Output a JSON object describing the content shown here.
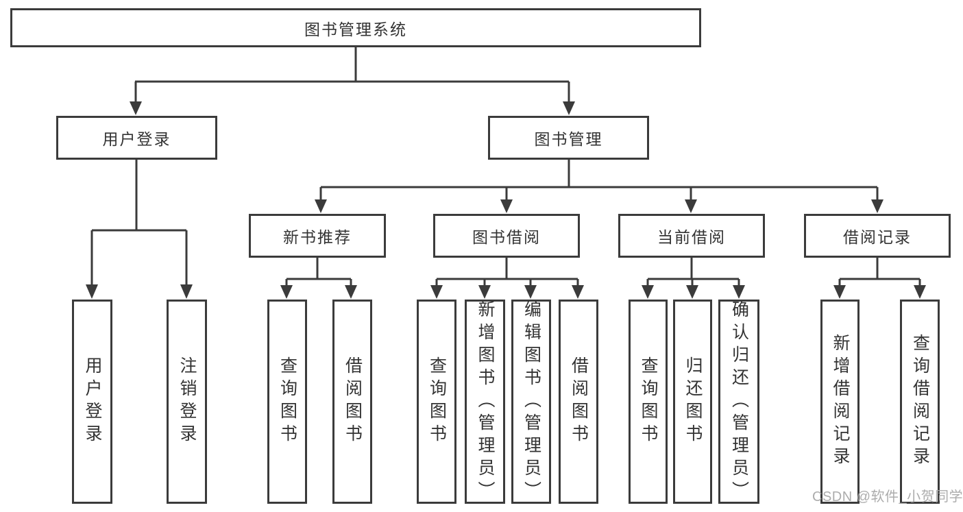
{
  "diagram": {
    "title": "图书管理系统",
    "nodes": {
      "root": "图书管理系统",
      "user_login": "用户登录",
      "book_management": "图书管理",
      "new_book_recommend": "新书推荐",
      "book_borrowing": "图书借阅",
      "current_borrowing": "当前借阅",
      "borrowing_records": "借阅记录",
      "leaf_user_login": "用户登录",
      "leaf_logout": "注销登录",
      "leaf_query_book_a": "查询图书",
      "leaf_borrow_book_a": "借阅图书",
      "leaf_query_book_b": "查询图书",
      "leaf_add_book": "新增图书（管理员）",
      "leaf_edit_book": "编辑图书（管理员）",
      "leaf_borrow_book_b": "借阅图书",
      "leaf_query_book_c": "查询图书",
      "leaf_return_book": "归还图书",
      "leaf_confirm_return": "确认归还（管理员）",
      "leaf_add_record": "新增借阅记录",
      "leaf_query_record": "查询借阅记录"
    },
    "edges": [
      [
        "图书管理系统",
        "用户登录"
      ],
      [
        "图书管理系统",
        "图书管理"
      ],
      [
        "用户登录",
        "用户登录"
      ],
      [
        "用户登录",
        "注销登录"
      ],
      [
        "图书管理",
        "新书推荐"
      ],
      [
        "图书管理",
        "图书借阅"
      ],
      [
        "图书管理",
        "当前借阅"
      ],
      [
        "图书管理",
        "借阅记录"
      ],
      [
        "新书推荐",
        "查询图书"
      ],
      [
        "新书推荐",
        "借阅图书"
      ],
      [
        "图书借阅",
        "查询图书"
      ],
      [
        "图书借阅",
        "新增图书（管理员）"
      ],
      [
        "图书借阅",
        "编辑图书（管理员）"
      ],
      [
        "图书借阅",
        "借阅图书"
      ],
      [
        "当前借阅",
        "查询图书"
      ],
      [
        "当前借阅",
        "归还图书"
      ],
      [
        "当前借阅",
        "确认归还（管理员）"
      ],
      [
        "借阅记录",
        "新增借阅记录"
      ],
      [
        "借阅记录",
        "查询借阅记录"
      ]
    ]
  },
  "watermark": {
    "text": "CSDN @软件_小贺同学"
  },
  "colors": {
    "line": "#3b3b3b",
    "node_border": "#3b3b3b",
    "node_fill": "#ffffff",
    "text": "#333333",
    "watermark": "#a8a8a8",
    "background": "#ffffff"
  }
}
